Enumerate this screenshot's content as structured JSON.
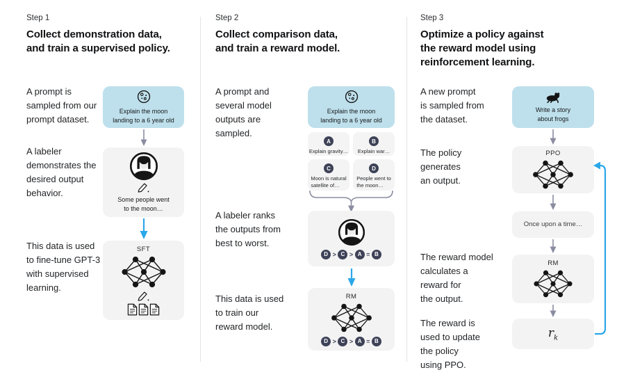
{
  "colors": {
    "prompt_box_blue": "#bee0ec",
    "panel_gray": "#f3f3f3",
    "arrow_gray": "#8a8da0",
    "arrow_blue": "#2aa7e8",
    "badge_navy": "#3e4257"
  },
  "columns": [
    {
      "step": "Step 1",
      "title": "Collect demonstration data,\nand train a supervised policy.",
      "paragraphs": [
        "A prompt is\nsampled from our\nprompt dataset.",
        "A labeler\ndemonstrates the\ndesired output\nbehavior.",
        "This data is used\nto fine-tune GPT-3\nwith supervised\nlearning."
      ],
      "prompt_box": {
        "icon": "moon-icon",
        "text": "Explain the moon\nlanding to a 6 year old"
      },
      "labeler_box": {
        "icon": "labeler-icon",
        "pencil": "pencil-icon",
        "text": "Some people went\nto the moon…"
      },
      "model_box": {
        "label": "SFT",
        "icon": "neural-net-icon",
        "pencil": "pencil-icon",
        "docs": "documents-icon"
      }
    },
    {
      "step": "Step 2",
      "title": "Collect comparison data,\nand train a reward model.",
      "paragraphs": [
        "A prompt and\nseveral model\noutputs are\nsampled.",
        "A labeler ranks\nthe outputs from\nbest to worst.",
        "This data is used\nto train our\nreward model."
      ],
      "prompt_box": {
        "icon": "moon-icon",
        "text": "Explain the moon\nlanding to a 6 year old"
      },
      "candidates": [
        {
          "letter": "A",
          "text": "Explain gravity…"
        },
        {
          "letter": "B",
          "text": "Explain war…"
        },
        {
          "letter": "C",
          "text": "Moon is natural\nsatellite of…"
        },
        {
          "letter": "D",
          "text": "People went to\nthe moon…"
        }
      ],
      "ranking": {
        "tokens": [
          "D",
          ">",
          "C",
          ">",
          "A",
          "=",
          "B"
        ]
      },
      "labeler_box": {
        "icon": "labeler-icon"
      },
      "model_box": {
        "label": "RM",
        "icon": "neural-net-icon"
      }
    },
    {
      "step": "Step 3",
      "title": "Optimize a policy against\nthe reward model using\nreinforcement learning.",
      "paragraphs": [
        "A new prompt\nis sampled from\nthe dataset.",
        "The policy\ngenerates\nan output.",
        "The reward model\ncalculates a\nreward for\nthe output.",
        "The reward is\nused to update\nthe policy\nusing PPO."
      ],
      "prompt_box": {
        "icon": "frog-icon",
        "text": "Write a story\nabout frogs"
      },
      "policy_box": {
        "label": "PPO",
        "icon": "neural-net-icon"
      },
      "output_box": {
        "text": "Once upon a time…"
      },
      "reward_box": {
        "label": "RM",
        "icon": "neural-net-icon"
      },
      "rk_box": {
        "base": "r",
        "sub": "k"
      }
    }
  ]
}
